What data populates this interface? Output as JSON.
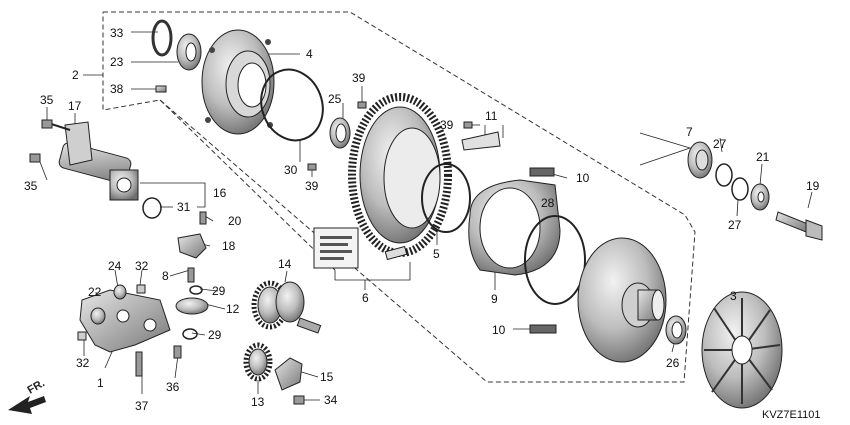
{
  "diagram_code": "KVZ7E1101",
  "front_marker": "FR.",
  "labels": {
    "l1": "1",
    "l2": "2",
    "l3": "3",
    "l4": "4",
    "l5": "5",
    "l6": "6",
    "l7": "7",
    "l8": "8",
    "l9": "9",
    "l10a": "10",
    "l10b": "10",
    "l11": "11",
    "l12": "12",
    "l13": "13",
    "l14": "14",
    "l15": "15",
    "l16": "16",
    "l17": "17",
    "l18": "18",
    "l19": "19",
    "l20": "20",
    "l21": "21",
    "l22": "22",
    "l23": "23",
    "l24": "24",
    "l25": "25",
    "l26": "26",
    "l27a": "27",
    "l27b": "27",
    "l28": "28",
    "l29a": "29",
    "l29b": "29",
    "l30": "30",
    "l31": "31",
    "l32a": "32",
    "l32b": "32",
    "l33": "33",
    "l34": "34",
    "l35a": "35",
    "l35b": "35",
    "l36": "36",
    "l37": "37",
    "l38": "38",
    "l39a": "39",
    "l39b": "39",
    "l39c": "39"
  }
}
